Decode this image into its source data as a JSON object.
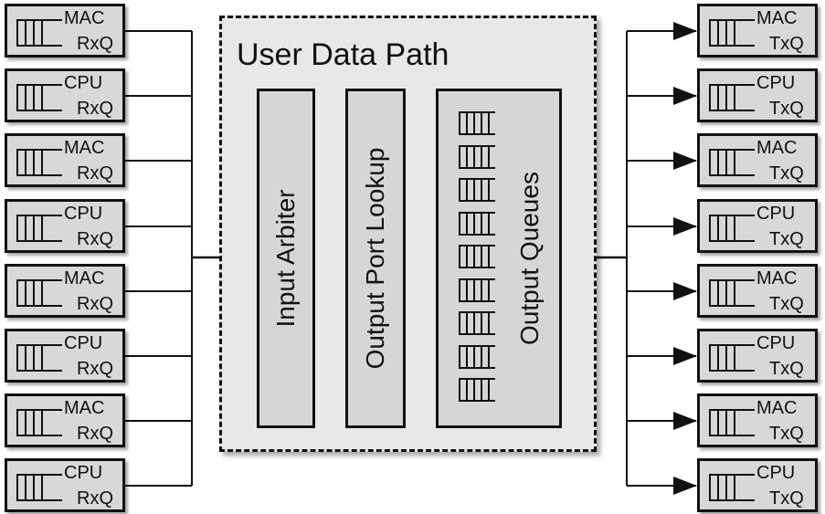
{
  "user_data_path": {
    "title": "User Data Path",
    "stages": [
      {
        "label": "Input Arbiter"
      },
      {
        "label": "Output Port Lookup"
      },
      {
        "label": "Output Queues"
      }
    ],
    "output_queue_icon_count": 9
  },
  "rx_queues": [
    {
      "type": "MAC",
      "dir": "RxQ"
    },
    {
      "type": "CPU",
      "dir": "RxQ"
    },
    {
      "type": "MAC",
      "dir": "RxQ"
    },
    {
      "type": "CPU",
      "dir": "RxQ"
    },
    {
      "type": "MAC",
      "dir": "RxQ"
    },
    {
      "type": "CPU",
      "dir": "RxQ"
    },
    {
      "type": "MAC",
      "dir": "RxQ"
    },
    {
      "type": "CPU",
      "dir": "RxQ"
    }
  ],
  "tx_queues": [
    {
      "type": "MAC",
      "dir": "TxQ"
    },
    {
      "type": "CPU",
      "dir": "TxQ"
    },
    {
      "type": "MAC",
      "dir": "TxQ"
    },
    {
      "type": "CPU",
      "dir": "TxQ"
    },
    {
      "type": "MAC",
      "dir": "TxQ"
    },
    {
      "type": "CPU",
      "dir": "TxQ"
    },
    {
      "type": "MAC",
      "dir": "TxQ"
    },
    {
      "type": "CPU",
      "dir": "TxQ"
    }
  ]
}
